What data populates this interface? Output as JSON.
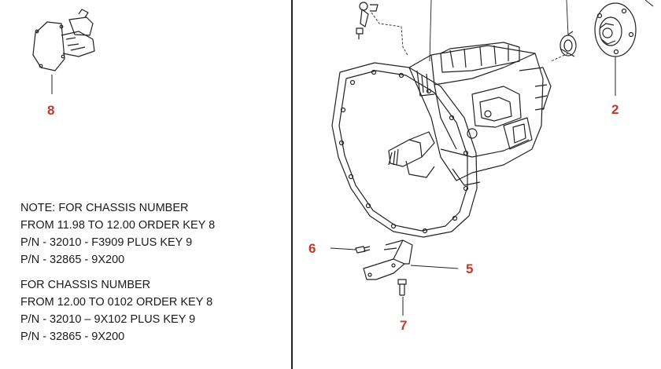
{
  "diagram": {
    "note_block_1": [
      "NOTE: FOR CHASSIS NUMBER",
      "FROM 11.98 TO 12.00 ORDER KEY 8",
      "P/N  - 32010 - F3909 PLUS KEY 9",
      "P/N  - 32865 - 9X200"
    ],
    "note_block_2": [
      "FOR CHASSIS NUMBER",
      "FROM 12.00 TO  0102 ORDER KEY 8",
      "P/N  - 32010 – 9X102 PLUS KEY 9",
      "P/N  - 32865 - 9X200"
    ],
    "callouts": {
      "key_8": "8",
      "key_2": "2",
      "key_6": "6",
      "key_5": "5",
      "key_7": "7"
    },
    "colors": {
      "callout": "#c0392b",
      "line": "#222222"
    }
  }
}
